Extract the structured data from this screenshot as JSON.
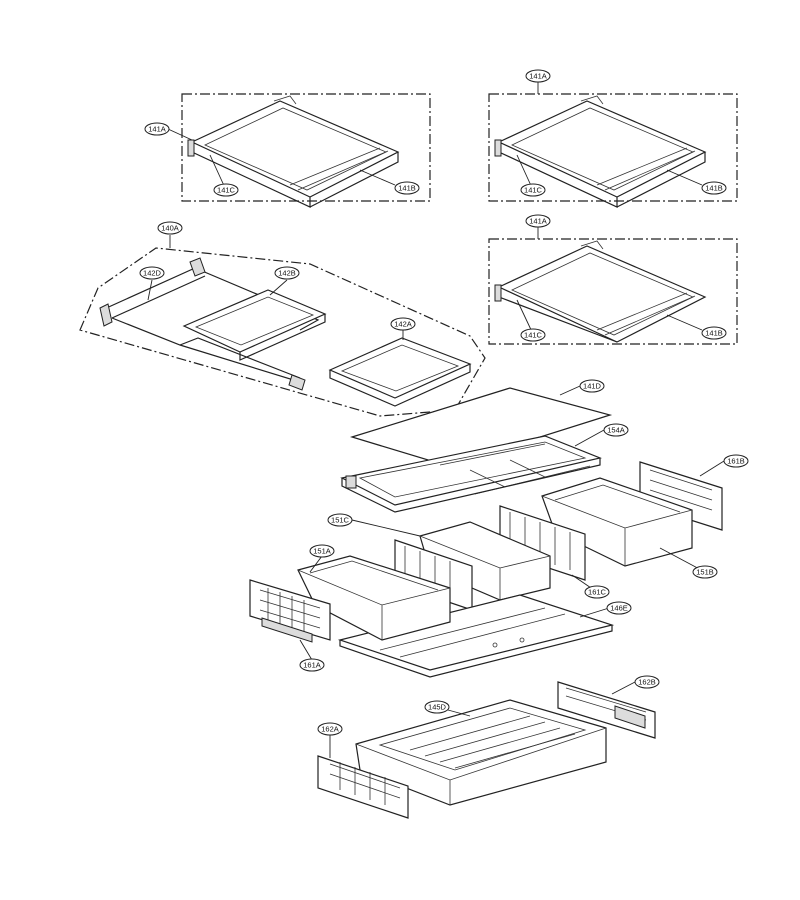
{
  "parts": {
    "shelf_top_left": {
      "assembly": "141A",
      "frame": "141C",
      "glass": "141B"
    },
    "shelf_top_right": {
      "assembly": "141A",
      "frame": "141C",
      "glass": "141B"
    },
    "shelf_middle_right": {
      "assembly": "141A",
      "frame": "141C",
      "glass": "141B"
    },
    "folding_shelf": {
      "assembly": "140A",
      "rail": "142D",
      "frame": "142B",
      "small_shelf": "142A"
    },
    "crisper_cover": {
      "glass": "141D",
      "frame": "154A"
    },
    "crisper_right": {
      "guard": "161B",
      "drawer": "151B",
      "divider": "161C"
    },
    "crisper_left": {
      "divider": "151C",
      "drawer": "151A",
      "guard": "161A",
      "base": "146E"
    },
    "freezer_drawer": {
      "tray": "145D",
      "rail_right": "162B",
      "rail_left": "162A"
    }
  }
}
